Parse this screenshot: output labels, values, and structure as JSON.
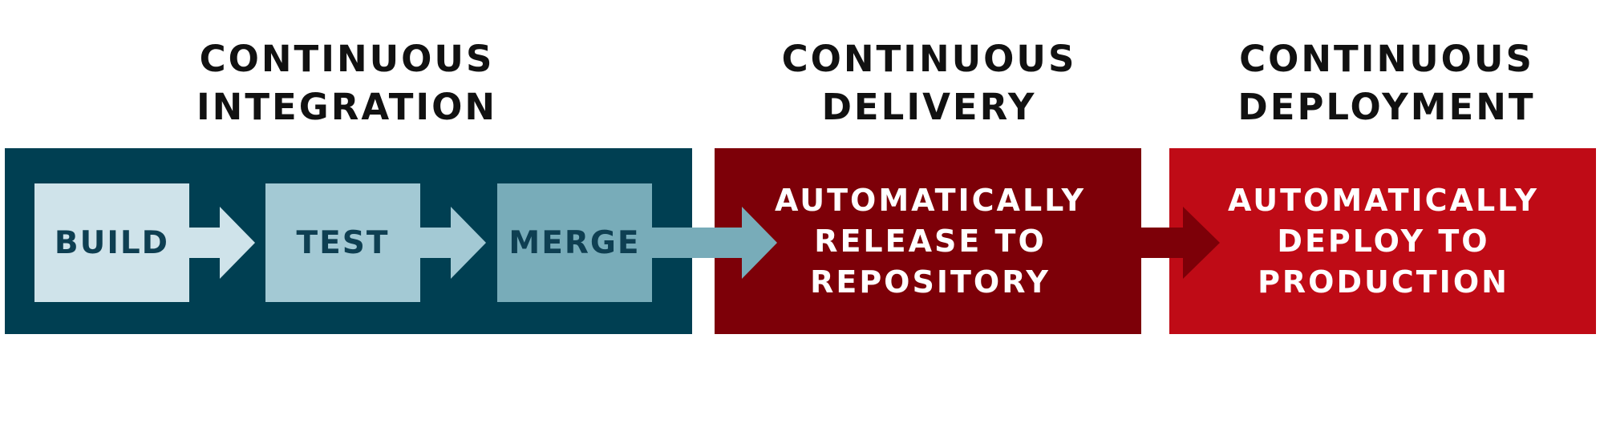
{
  "stages": {
    "integration": {
      "heading_line1": "CONTINUOUS",
      "heading_line2": "INTEGRATION",
      "steps": [
        "BUILD",
        "TEST",
        "MERGE"
      ]
    },
    "delivery": {
      "heading_line1": "CONTINUOUS",
      "heading_line2": "DELIVERY",
      "text_lines": [
        "AUTOMATICALLY",
        "RELEASE TO",
        "REPOSITORY"
      ]
    },
    "deployment": {
      "heading_line1": "CONTINUOUS",
      "heading_line2": "DEPLOYMENT",
      "text_lines": [
        "AUTOMATICALLY",
        "DEPLOY TO",
        "PRODUCTION"
      ]
    }
  },
  "colors": {
    "integration_panel": "#003f52",
    "delivery_panel": "#7d0008",
    "deployment_panel": "#bf0b16",
    "build_box": "#cfe3ea",
    "test_box": "#a3c9d4",
    "merge_box": "#78acb9",
    "step_text": "#0e3f52",
    "heading_text": "#111111"
  }
}
